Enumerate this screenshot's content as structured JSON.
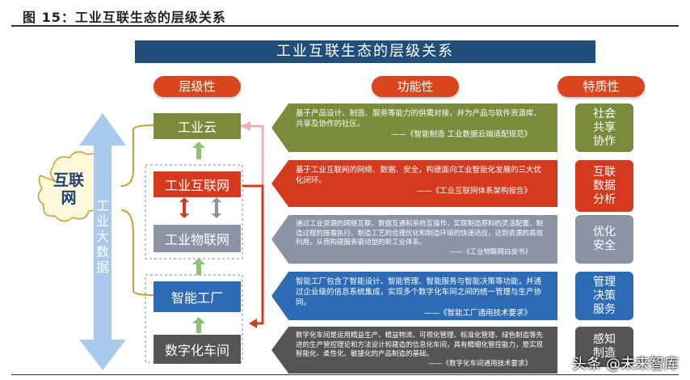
{
  "figure_title": "图 15：工业互联生态的层级关系",
  "banner": "工业互联生态的层级关系",
  "headers": {
    "level": "层级性",
    "function": "功能性",
    "trait": "特质性"
  },
  "left_cloud": "互联网",
  "vertical_arrow": "工业大数据",
  "levels": [
    {
      "label": "工业云",
      "color": "#7a8b3c"
    },
    {
      "label": "工业互联网",
      "color": "#d63a1e"
    },
    {
      "label": "工业物联网",
      "color": "#8a94a6"
    },
    {
      "label": "智能工厂",
      "color": "#2d6bb5"
    },
    {
      "label": "数字化车间",
      "color": "#555555"
    }
  ],
  "functions": [
    {
      "text": "基于产品设计、制造、服务等能力的供需对接，并为产品与软件资源库、共享及协作的社区。",
      "source": "——《智能制造 工业数据云端适配规范》",
      "color": "#7a8b3c"
    },
    {
      "text": "基于工业互联网的网络、数据、安全，构建面向工业智能化发展的三大优化闭环。",
      "source": "——《工业互联网体系架构报告》",
      "color": "#d63a1e"
    },
    {
      "text": "通过工业资源的网络互联、数据互通和系统互操作，实现制造原料的灵活配置、制造过程的按需执行、制造工艺的合理优化和制造环境的快速适应，达到资源的高效利用，从而构建服务驱动型的新工业体系。",
      "source": "——《工业物联网白皮书》",
      "color": "#8a94a6"
    },
    {
      "text": "智能工厂包含了智能设计、智能管理、智能服务与智能决策等功能，并通过企业级的信息系统集成，实现多个数字化车间之间的统一管理与生产协同。",
      "source": "——《智能工厂通用技术要求》",
      "color": "#2d6bb5"
    },
    {
      "text": "数字化车间是运用精益生产、精益物流、可视化管理、标准化管理、绿色制造等先进的生产管控理论和方法设计和建造的信息化车间，具有精细化管控能力，是实现智能化、柔性化、敏捷化的产品制造的基础。",
      "source": "——《数字化车间通用技术要求》",
      "color": "#555555"
    }
  ],
  "traits": [
    {
      "text": "社会\n共享\n协作",
      "color": "#7a8b3c"
    },
    {
      "text": "互联\n数据\n分析",
      "color": "#d63a1e"
    },
    {
      "text": "优化\n安全",
      "color": "#8a94a6"
    },
    {
      "text": "管理\n决策\n服务",
      "color": "#2d6bb5"
    },
    {
      "text": "感知\n制造",
      "color": "#555555"
    }
  ],
  "watermark": "头条 @未来智库"
}
